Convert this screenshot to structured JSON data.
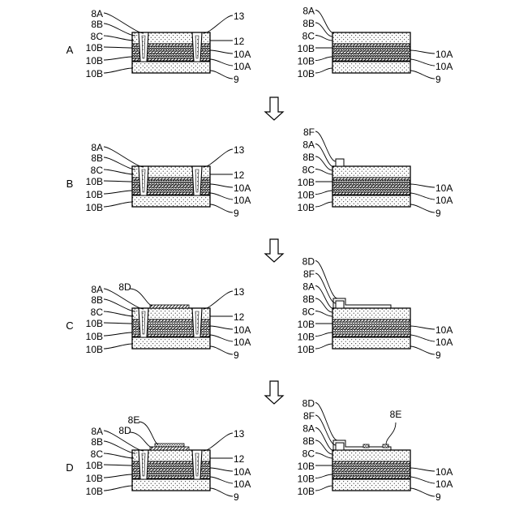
{
  "steps": [
    "A",
    "B",
    "C",
    "D"
  ],
  "labels": {
    "l_8A": "8A",
    "l_8B": "8B",
    "l_8C": "8C",
    "l_8D": "8D",
    "l_8E": "8E",
    "l_8F": "8F",
    "l_10A": "10A",
    "l_10B": "10B",
    "l_12": "12",
    "l_13": "13",
    "l_9": "9"
  },
  "arrows": [
    "down-arrow-icon",
    "down-arrow-icon",
    "down-arrow-icon"
  ]
}
